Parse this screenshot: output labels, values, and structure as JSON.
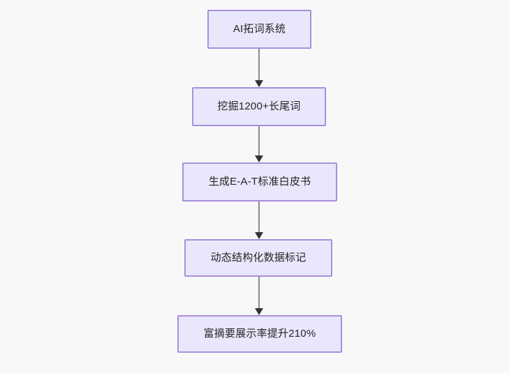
{
  "diagram": {
    "type": "flowchart",
    "orientation": "top-to-bottom",
    "background_color": "#f8f8f8",
    "node_fill_color": "#e9e7fb",
    "node_border_color": "#a98fdd",
    "node_text_color": "#252525",
    "edge_line_color": "#8a8a8a",
    "edge_arrow_color": "#333333",
    "nodes": [
      {
        "id": "n1",
        "label": "AI拓词系统"
      },
      {
        "id": "n2",
        "label": "挖掘1200+长尾词"
      },
      {
        "id": "n3",
        "label": "生成E-A-T标准白皮书"
      },
      {
        "id": "n4",
        "label": "动态结构化数据标记"
      },
      {
        "id": "n5",
        "label": "富摘要展示率提升210%"
      }
    ],
    "edges": [
      {
        "from": "n1",
        "to": "n2",
        "label": ""
      },
      {
        "from": "n2",
        "to": "n3",
        "label": ""
      },
      {
        "from": "n3",
        "to": "n4",
        "label": ""
      },
      {
        "from": "n4",
        "to": "n5",
        "label": ""
      }
    ]
  }
}
